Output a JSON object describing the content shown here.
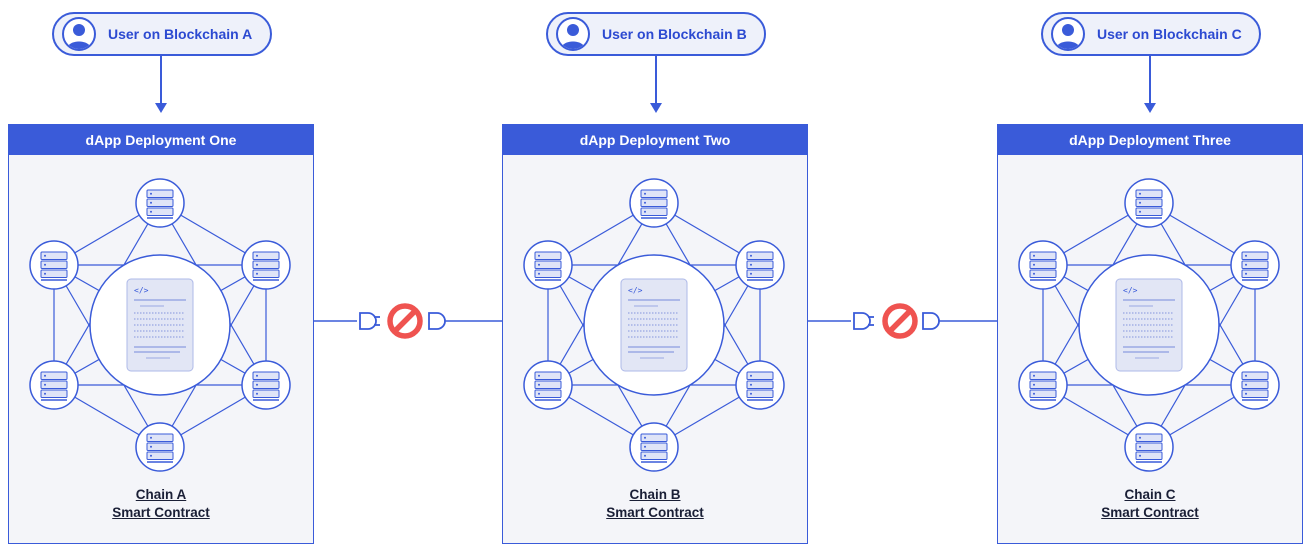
{
  "columns": [
    {
      "user_label": "User on Blockchain A",
      "deployment_title": "dApp Deployment One",
      "chain_name": "Chain A",
      "contract_label": "Smart Contract"
    },
    {
      "user_label": "User on Blockchain B",
      "deployment_title": "dApp Deployment Two",
      "chain_name": "Chain B",
      "contract_label": "Smart Contract"
    },
    {
      "user_label": "User on Blockchain C",
      "deployment_title": "dApp Deployment Three",
      "chain_name": "Chain C",
      "contract_label": "Smart Contract"
    }
  ],
  "contract_code_tag": "</>",
  "connector_status": "blocked",
  "colors": {
    "primary": "#3a5bd9",
    "panel_bg": "#f4f5f9",
    "blocked": "#ef5350",
    "text_dark": "#1a1f36"
  }
}
